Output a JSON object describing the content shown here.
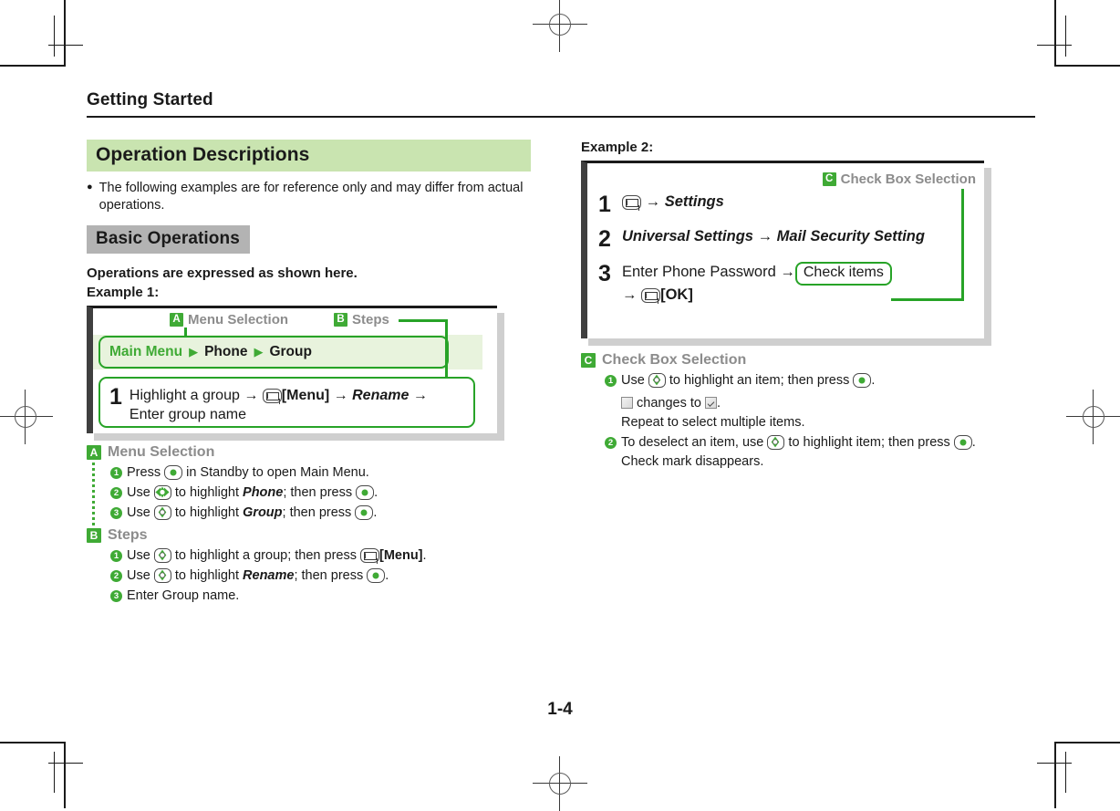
{
  "page": {
    "running_head": "Getting Started",
    "page_number": "1-4",
    "accent_green": "#3faa35",
    "line_green": "#27a327",
    "heading_band": "#c9e4b0",
    "light_band": "#e8f3dd",
    "gray_band": "#b3b3b3",
    "callout_gray": "#8c8c8c"
  },
  "left": {
    "section_heading": "Operation Descriptions",
    "note_bullet": "●",
    "note_text": "The following examples are for reference only and may differ from actual operations.",
    "subheading": "Basic Operations",
    "intro": "Operations are expressed as shown here.",
    "example_label": "Example 1:",
    "example1": {
      "callout_a_badge": "A",
      "callout_a_label": "Menu Selection",
      "callout_b_badge": "B",
      "callout_b_label": "Steps",
      "menu_path": [
        "Main Menu",
        "Phone",
        "Group"
      ],
      "path_separator": "▶",
      "step_number": "1",
      "step_text_1": "Highlight a group",
      "step_key_1": "envelope-key",
      "step_bracket_1": "[Menu]",
      "step_italic_1": "Rename",
      "step_text_2": "Enter group name",
      "arrow": "→"
    },
    "legend_a": {
      "badge": "A",
      "title": "Menu Selection",
      "items": [
        {
          "num": "1",
          "pre": "Press ",
          "key": "center-key",
          "post": " in Standby to open Main Menu."
        },
        {
          "num": "2",
          "pre": "Use ",
          "key": "nav-4way-key",
          "mid": " to highlight ",
          "italic": "Phone",
          "mid2": "; then press ",
          "key2": "center-key",
          "post": "."
        },
        {
          "num": "3",
          "pre": "Use ",
          "key": "nav-ud-key",
          "mid": " to highlight ",
          "italic": "Group",
          "mid2": "; then press ",
          "key2": "center-key",
          "post": "."
        }
      ]
    },
    "legend_b": {
      "badge": "B",
      "title": "Steps",
      "items": [
        {
          "num": "1",
          "pre": "Use ",
          "key": "nav-ud-key",
          "mid": " to highlight a group; then press ",
          "key2": "envelope-key",
          "bold": "[Menu]",
          "post": "."
        },
        {
          "num": "2",
          "pre": "Use ",
          "key": "nav-ud-key",
          "mid": " to highlight ",
          "italic": "Rename",
          "mid2": "; then press ",
          "key2": "center-key",
          "post": "."
        },
        {
          "num": "3",
          "pre": "Enter Group name."
        }
      ]
    }
  },
  "right": {
    "example_label": "Example 2:",
    "example2": {
      "callout_c_badge": "C",
      "callout_c_label": "Check Box Selection",
      "rows": [
        {
          "num": "1",
          "key": "envelope-key",
          "arrow": "→",
          "italic": "Settings"
        },
        {
          "num": "2",
          "italic_a": "Universal Settings",
          "arrow": "→",
          "italic_b": "Mail Security Setting"
        },
        {
          "num": "3",
          "text": "Enter Phone Password",
          "arrow": "→",
          "chip": "Check items",
          "arrow2": "→",
          "key": "envelope-key",
          "bracket": "[OK]"
        }
      ]
    },
    "legend_c": {
      "badge": "C",
      "title": "Check Box Selection",
      "items": [
        {
          "num": "1",
          "pre": "Use ",
          "key": "nav-ud-key",
          "mid": " to highlight an item; then press ",
          "key2": "center-key",
          "post": "."
        },
        {
          "num": "2",
          "pre": "To deselect an item, use ",
          "key": "nav-ud-key",
          "mid": " to highlight item; then press ",
          "key2": "center-key",
          "post": "."
        }
      ],
      "note_checkbox_change": "changes to",
      "note_repeat": "Repeat to select multiple items.",
      "note_disappear": "Check mark disappears."
    }
  }
}
